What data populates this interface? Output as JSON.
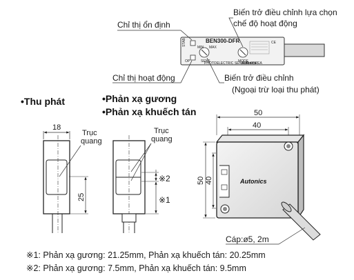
{
  "top": {
    "chi_thi_on_dinh": "Chỉ thị ổn định",
    "bien_tro_lua_chon_1": "Biến trở điều chỉnh lựa chọn",
    "bien_tro_lua_chon_2": "chế độ hoạt động",
    "chi_thi_hoat_dong": "Chỉ thị hoạt động",
    "bien_tro_dieu_chinh": "Biến trở điều chỉnh",
    "ngoai_tru": "(Ngoại trừ loại thu phát)",
    "model": "BEN300-DFR",
    "stab": "STAB",
    "op": "OP",
    "min": "MIN",
    "max": "MAX",
    "sens": "SENS",
    "mode": "MODE",
    "maker_line": "PHOTOELECTRIC SENSOR KOREA",
    "maker_brand": "Autonics",
    "ce": "CE"
  },
  "headings": {
    "thu_phat": "•Thu phát",
    "phan_xa_guong": "•Phản xạ gương",
    "phan_xa_khuech_tan": "•Phản xạ khuếch tán"
  },
  "dims": {
    "d18": "18",
    "truc_quang_1": "Trục",
    "truc_quang_2": "quang",
    "d25": "25",
    "mark2": "※2",
    "mark1": "※1",
    "d50_top": "50",
    "d40_top": "40",
    "d50_side": "50",
    "d40_side": "40",
    "brand": "Autonics",
    "cap": "Cáp:ø5, 2m"
  },
  "notes": {
    "n1": "※1: Phản xạ gương: 21.25mm, Phản xạ khuếch tán: 20.25mm",
    "n2": "※2: Phản xạ gương: 7.5mm, Phản xạ khuếch tán: 9.5mm"
  }
}
